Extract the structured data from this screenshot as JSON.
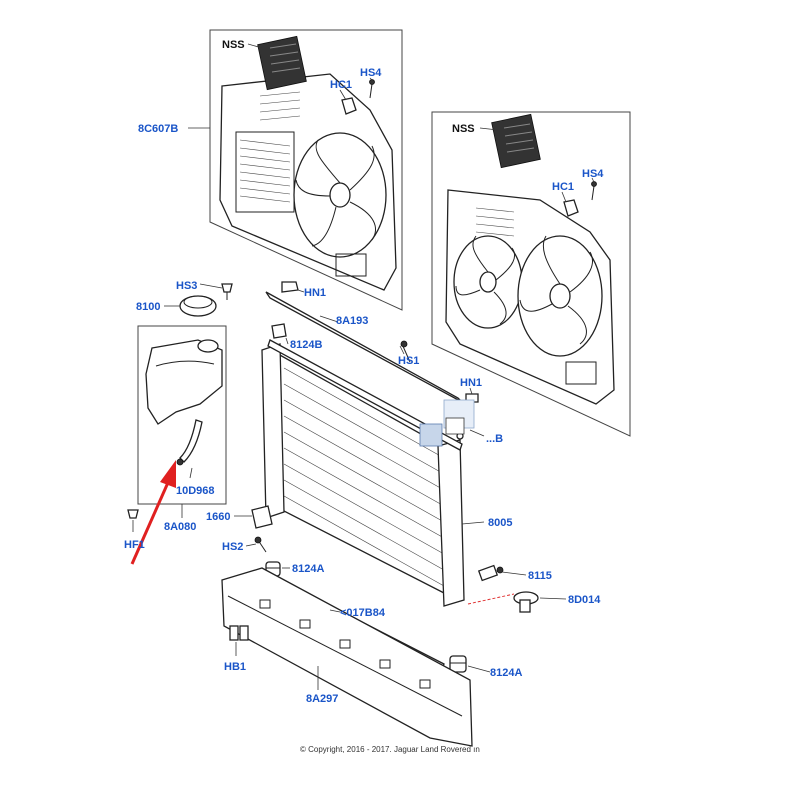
{
  "labels": {
    "nss_top": "NSS",
    "hc1_top": "HC1",
    "hs4_top": "HS4",
    "shroud_top": "8C607B",
    "nss_right": "NSS",
    "hc1_right": "HC1",
    "hs4_right": "HS4",
    "hs3": "HS3",
    "cap": "8100",
    "hn1_top": "HN1",
    "upper_seal": "8A193",
    "upper_mount": "8124B",
    "hs1": "HS1",
    "hn1_mid": "HN1",
    "hose": "10D968",
    "reservoir": "8A080",
    "hf1": "HF1",
    "bracket": "1660",
    "hs2": "HS2",
    "lower_mount_left": "8124A",
    "radiator": "8005",
    "sensor": "8115",
    "drain": "8D014",
    "seal_lower": "<017B84",
    "hb1": "HB1",
    "lower_mount_right": "8124A",
    "deflector": "8A297",
    "hidden_label": "...B"
  },
  "copyright": "© Copyright, 2016 - 2017. Jaguar Land Rovered ın",
  "colors": {
    "callout": "#1a55c8",
    "arrow": "#e02020",
    "drain_leader": "#e03030"
  }
}
